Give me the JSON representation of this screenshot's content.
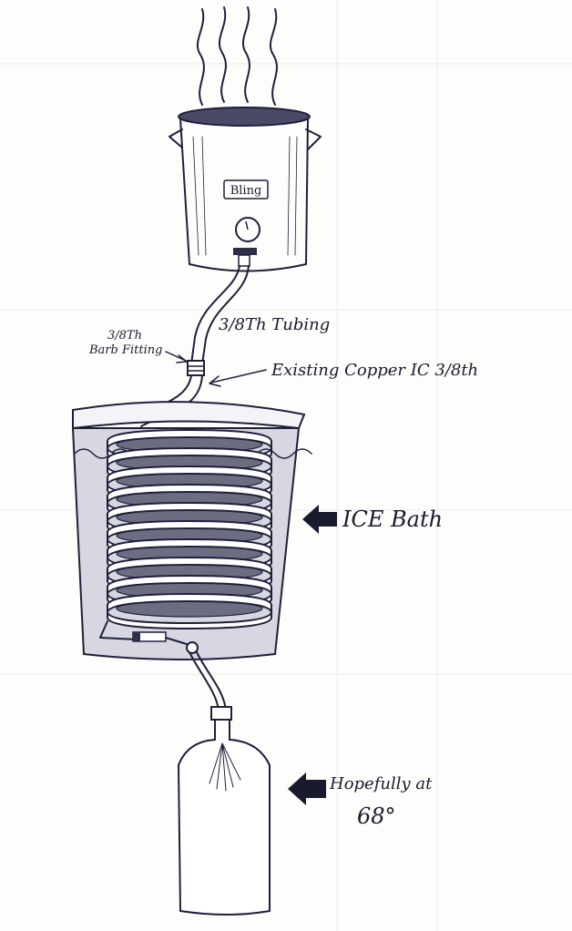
{
  "kettle": {
    "badge": "Bling"
  },
  "labels": {
    "tubing": "3/8Th Tubing",
    "barb_line1": "3/8Th",
    "barb_line2": "Barb Fitting",
    "copper_ic": "Existing Copper IC 3/8th",
    "ice_bath": "ICE Bath",
    "carboy_line1": "Hopefully at",
    "carboy_line2": "68°"
  },
  "colors": {
    "ink": "#1f1f3a",
    "paper": "#fdfdfb",
    "shade": "#c9c9d6",
    "dark_shade": "#6d6d82"
  }
}
